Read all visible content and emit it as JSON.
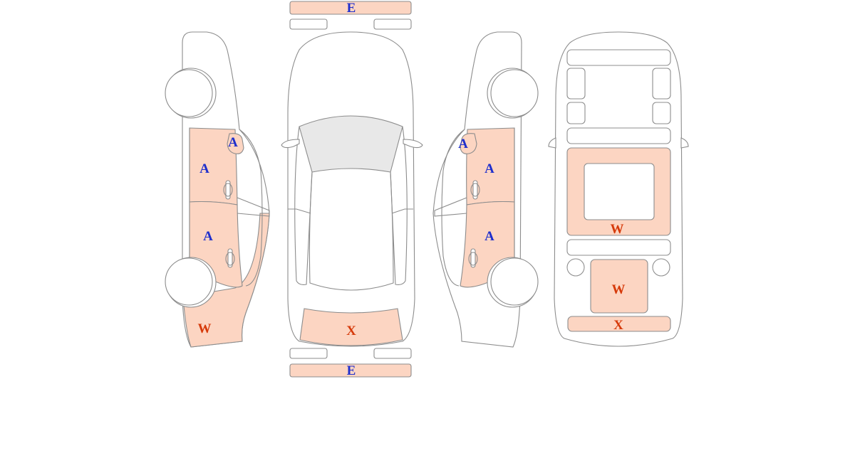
{
  "colors": {
    "outline": "#8c8c8c",
    "damage_fill": "#fcd5c2",
    "glass_fill": "#e8e8e8",
    "label_blue": "#1f2fcc",
    "label_red": "#d63a0a"
  },
  "views": {
    "left_side": {
      "mirror_label": "A",
      "front_door_label": "A",
      "rear_door_label": "A",
      "rear_quarter_label": "W"
    },
    "top": {
      "front_bumper_label": "E",
      "tailgate_label": "X",
      "rear_bumper_label": "E"
    },
    "right_side": {
      "mirror_label": "A",
      "front_door_label": "A",
      "rear_door_label": "A"
    },
    "interior": {
      "cargo_floor_label": "W",
      "rear_seat_label": "W",
      "rear_panel_label": "X"
    }
  }
}
